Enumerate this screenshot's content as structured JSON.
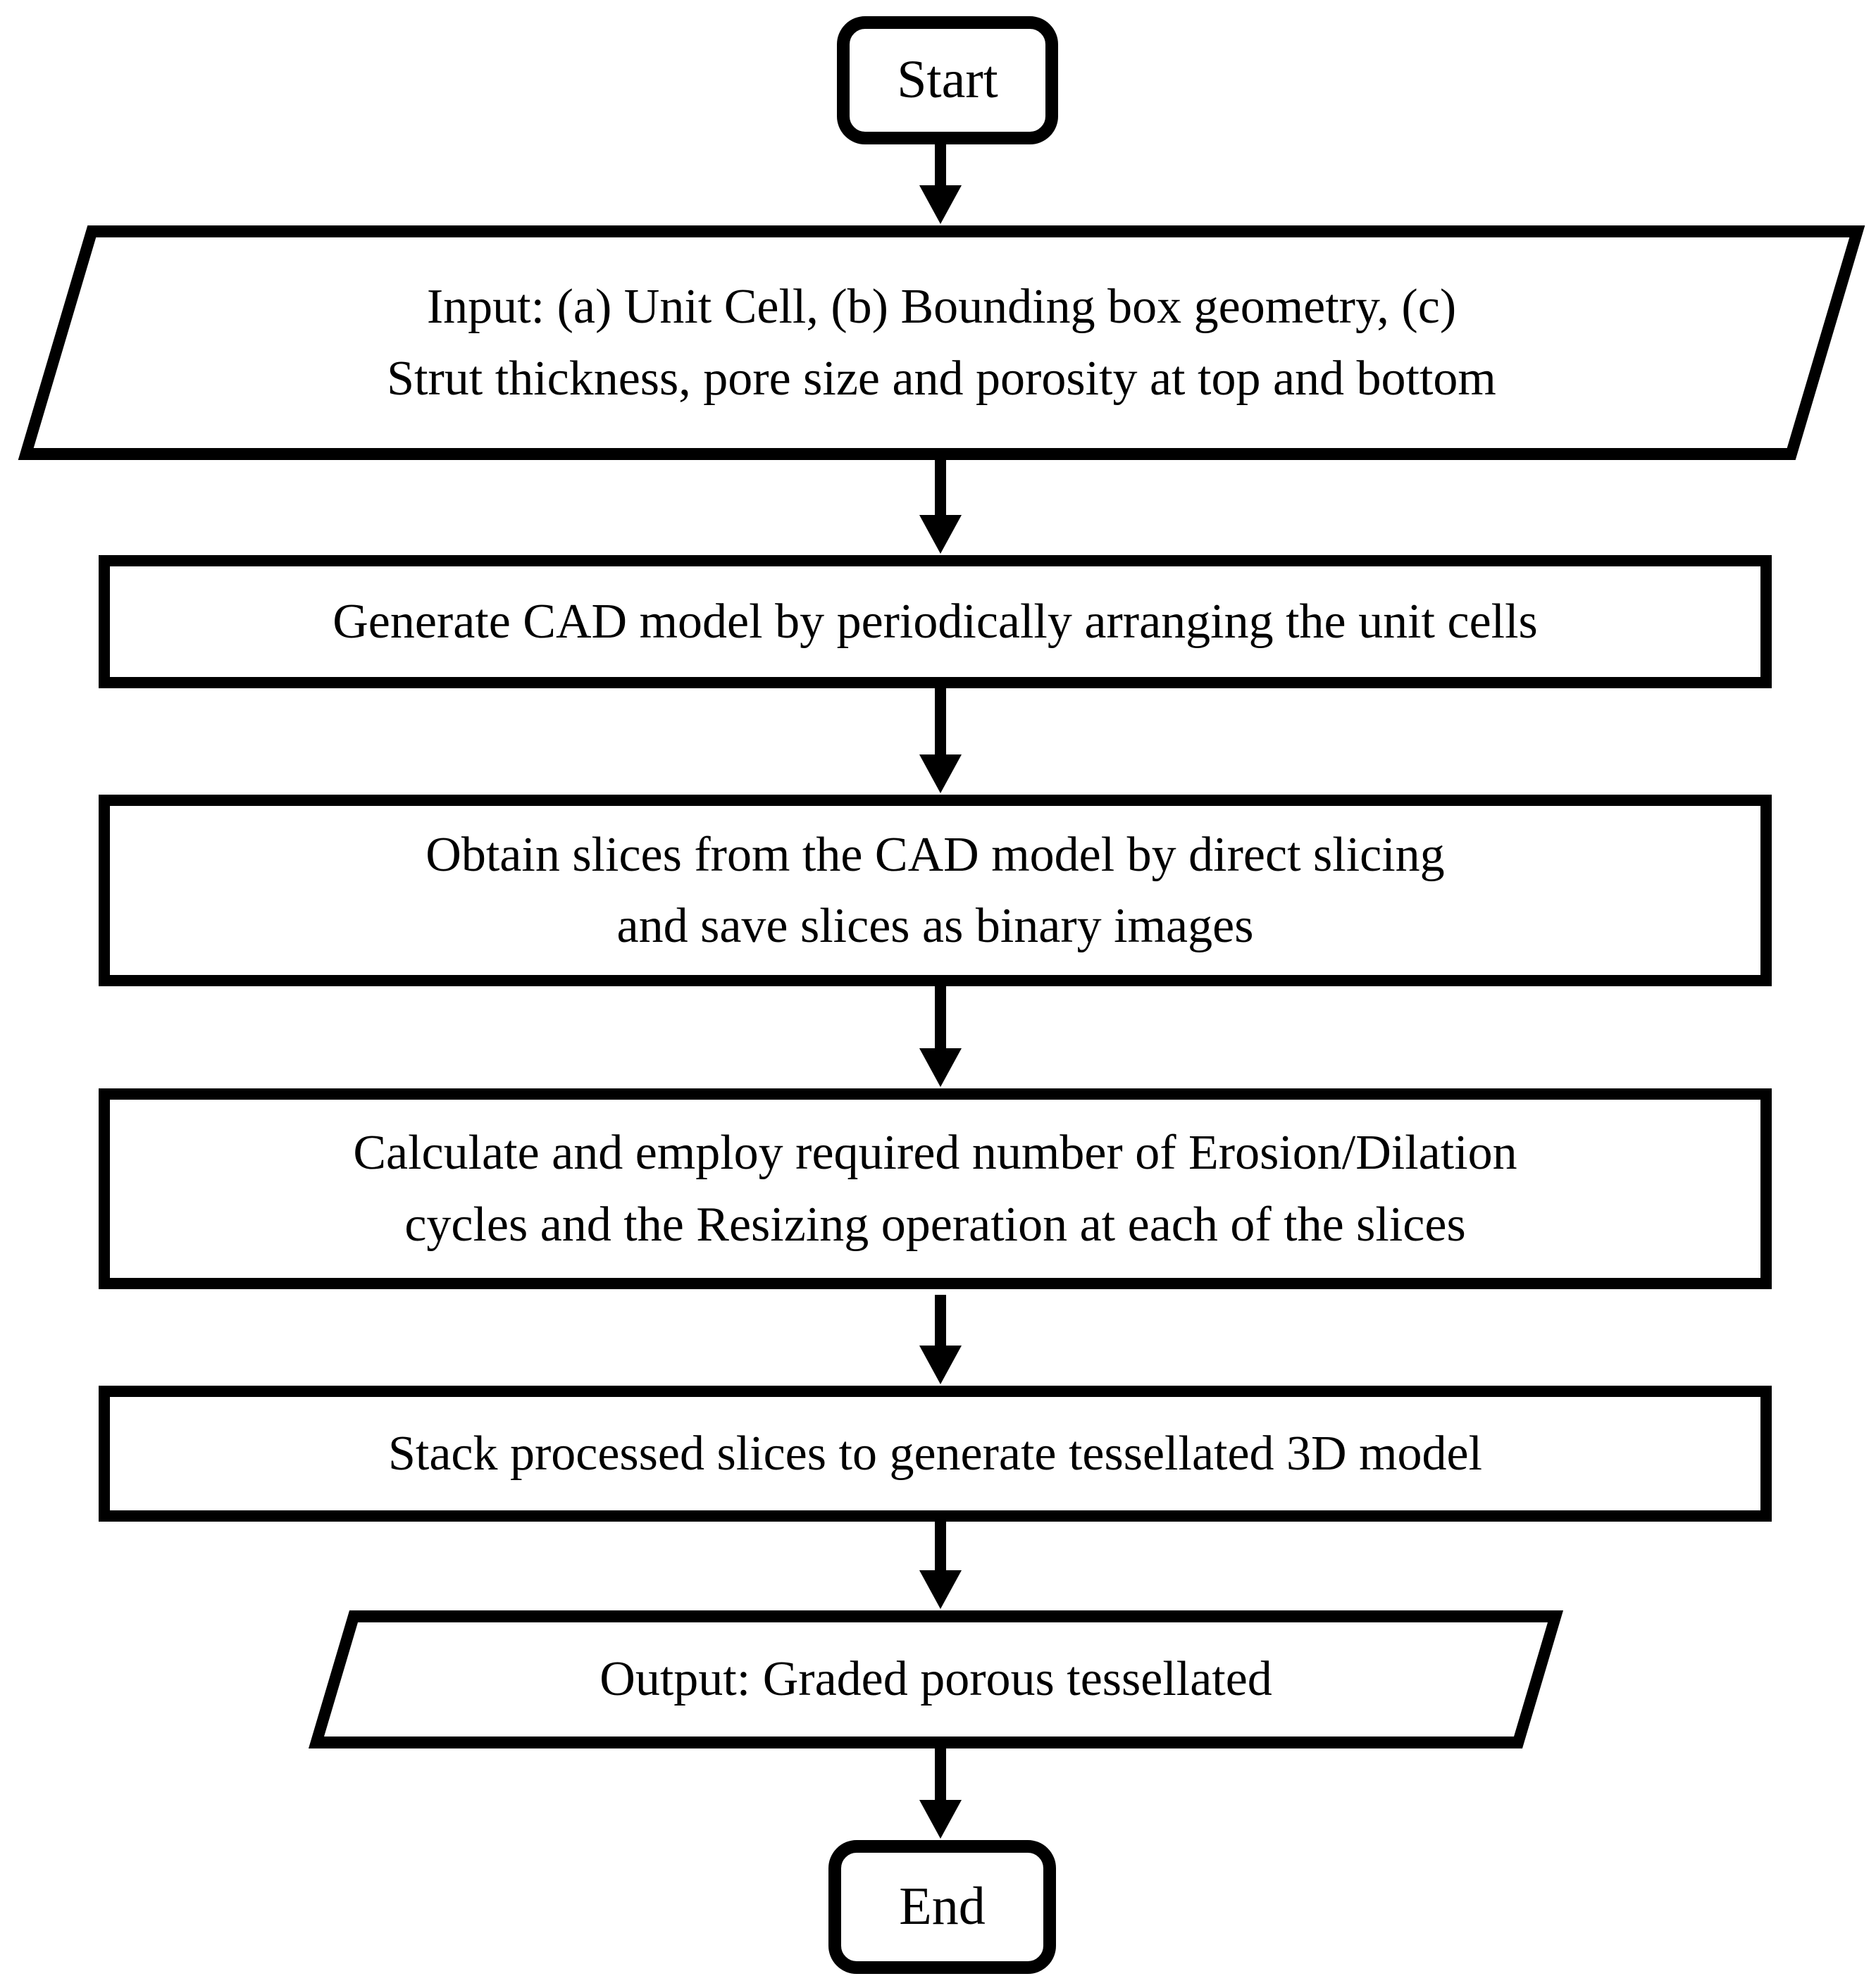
{
  "colors": {
    "foreground": "#000000",
    "background": "#ffffff"
  },
  "nodes": {
    "start": {
      "type": "terminator",
      "label": "Start"
    },
    "input": {
      "type": "input-output",
      "label": "Input: (a) Unit Cell, (b) Bounding box geometry, (c)\nStrut thickness, pore size and porosity at top and bottom"
    },
    "generate": {
      "type": "process",
      "label": "Generate CAD model by periodically arranging the unit cells"
    },
    "slice": {
      "type": "process",
      "label": "Obtain slices from the CAD model by direct slicing\nand save slices as binary images"
    },
    "erode": {
      "type": "process",
      "label": "Calculate and employ required number of Erosion/Dilation\ncycles and the Resizing operation at each of the slices"
    },
    "stack": {
      "type": "process",
      "label": "Stack processed slices to generate tessellated 3D model"
    },
    "output": {
      "type": "input-output",
      "label": "Output: Graded porous tessellated"
    },
    "end": {
      "type": "terminator",
      "label": "End"
    }
  },
  "edges": [
    {
      "from": "start",
      "to": "input"
    },
    {
      "from": "input",
      "to": "generate"
    },
    {
      "from": "generate",
      "to": "slice"
    },
    {
      "from": "slice",
      "to": "erode"
    },
    {
      "from": "erode",
      "to": "stack"
    },
    {
      "from": "stack",
      "to": "output"
    },
    {
      "from": "output",
      "to": "end"
    }
  ]
}
